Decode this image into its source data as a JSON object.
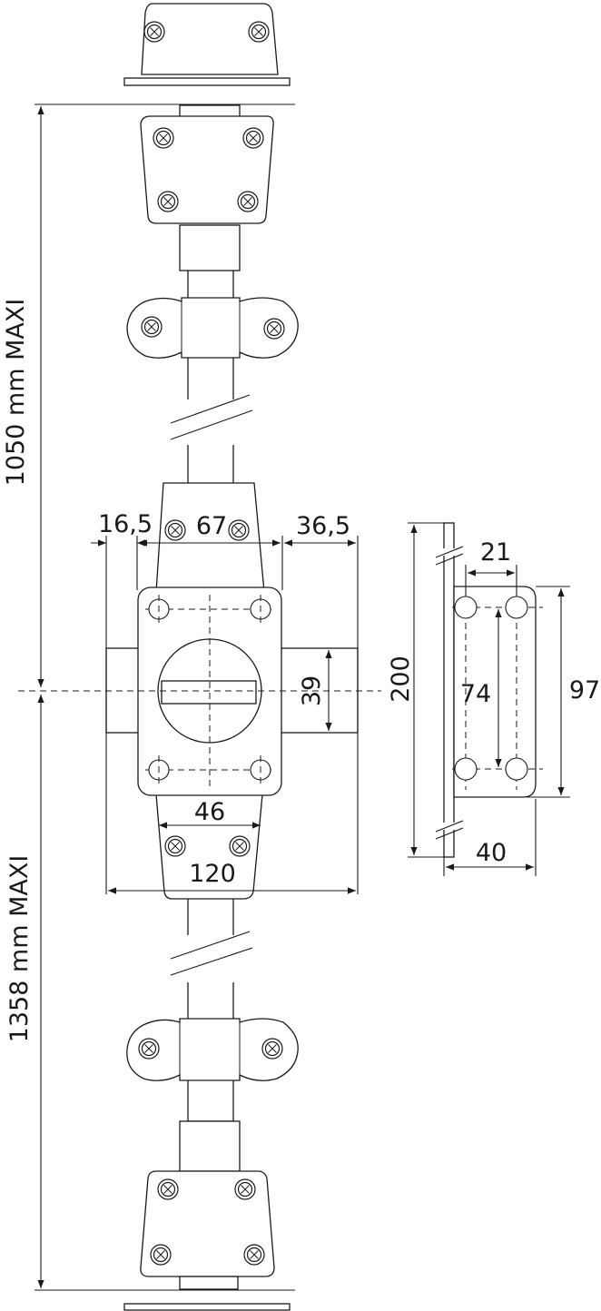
{
  "dimensions": {
    "upper_rod_length": "1050 mm MAXI",
    "lower_rod_length": "1358 mm MAXI",
    "left_offset": "16,5",
    "center_width": "67",
    "right_offset": "36,5",
    "bolt_height": "39",
    "lower_screw_spacing": "46",
    "total_width": "120",
    "keeper_height": "200",
    "keeper_hole_spacing_h": "21",
    "keeper_hole_spacing_v": "74",
    "keeper_plate_height": "97",
    "keeper_width": "40"
  }
}
